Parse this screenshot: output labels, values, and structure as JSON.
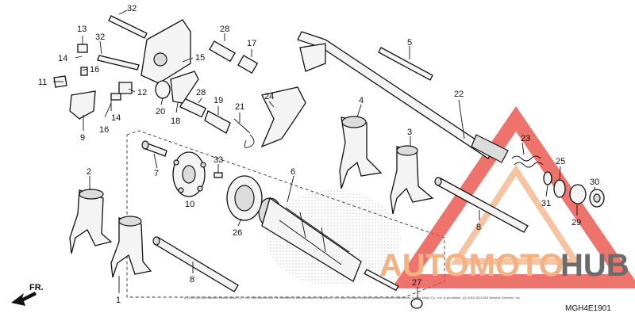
{
  "diagram": {
    "code": "MGH4E1901",
    "direction_label": "FR.",
    "copyright": "(c) 2003-2013 American Honda Motor Co., Inc. Reproduction of the contents of this document in any form, or in part, without the prior written consent of American Honda Motor Co., Inc. is prohibited. (c) 2003-2013 ARI Network Services, Inc.",
    "watermark": {
      "text_orange": "AUTOMOTO",
      "text_gray": "HUB",
      "color_orange": "#f4b183",
      "color_red": "#e8453c",
      "color_gray": "#6b6b6b"
    },
    "callouts": {
      "c1": "1",
      "c2": "2",
      "c3": "3",
      "c4": "4",
      "c5": "5",
      "c6": "6",
      "c7": "7",
      "c8a": "8",
      "c8b": "8",
      "c9": "9",
      "c10": "10",
      "c11": "11",
      "c12": "12",
      "c13": "13",
      "c14a": "14",
      "c14b": "14",
      "c15": "15",
      "c16a": "16",
      "c16b": "16",
      "c17": "17",
      "c18": "18",
      "c19": "19",
      "c20": "20",
      "c21": "21",
      "c22": "22",
      "c23": "23",
      "c24": "24",
      "c25": "25",
      "c26": "26",
      "c27": "27",
      "c28a": "28",
      "c28b": "28",
      "c29": "29",
      "c30": "30",
      "c31": "31",
      "c32a": "32",
      "c32b": "32",
      "c33": "33"
    }
  }
}
